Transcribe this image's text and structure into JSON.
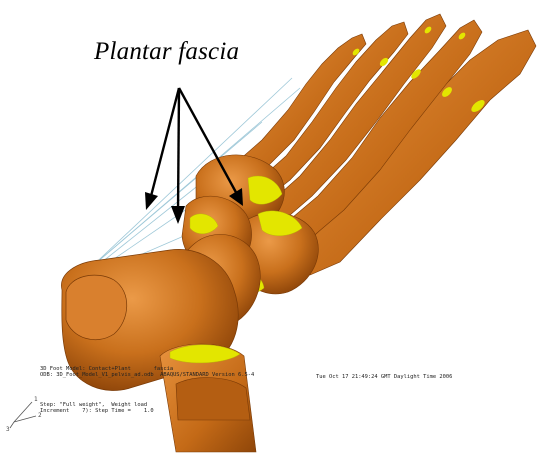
{
  "annotation": {
    "title": "Plantar fascia"
  },
  "info": {
    "model_line": "3D Foot Model: Contact+Plant       fascia",
    "odb_line": "ODB: 3D_Foot_Model_V1_pelvis_ad.odb  ABAQUS/STANDARD Version 6.5-4",
    "date_line": "Tue Oct 17 21:49:24 GMT Daylight Time 2006",
    "step_line": "Step: \"Full weight\",  Weight load",
    "increment_line": "Increment    7): Step Time =    1.0"
  },
  "triad": {
    "x": "1",
    "y": "2",
    "z": "3"
  },
  "colors": {
    "bone": "#c46a17",
    "bone_dark": "#8a4208",
    "bone_light": "#e08a35",
    "cartilage": "#e3e600",
    "fascia": "#9ec8d8",
    "arrow": "#000000"
  }
}
